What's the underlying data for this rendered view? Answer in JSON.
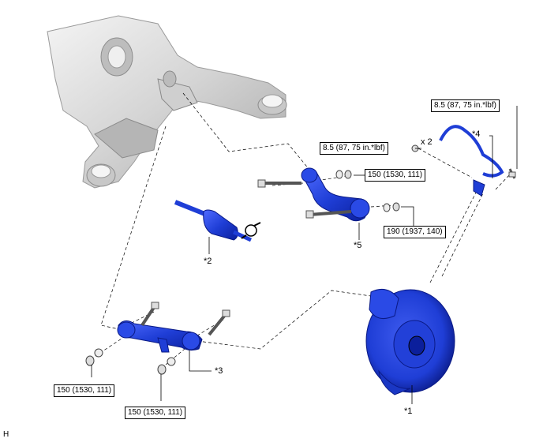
{
  "torques": {
    "upper_arm_front": "150 (1530, 111)",
    "upper_arm_rear": "190 (1937, 140)",
    "sensor_bolt_x2": "8.5 (87, 75 in.*lbf)",
    "sensor_bolt_single": "8.5 (87, 75 in.*lbf)",
    "lower_arm_left": "150 (1530, 111)",
    "lower_arm_right": "150 (1530, 111)"
  },
  "quantity_label": "x 2",
  "callouts": {
    "c1": "*1",
    "c2": "*2",
    "c3": "*3",
    "c4": "*4",
    "c5": "*5"
  },
  "corner_mark": "H",
  "colors": {
    "part_blue": "#1f3ed6",
    "part_blue_dark": "#0b1f9c",
    "frame_gray": "#d6d6d6",
    "line": "#000000"
  }
}
